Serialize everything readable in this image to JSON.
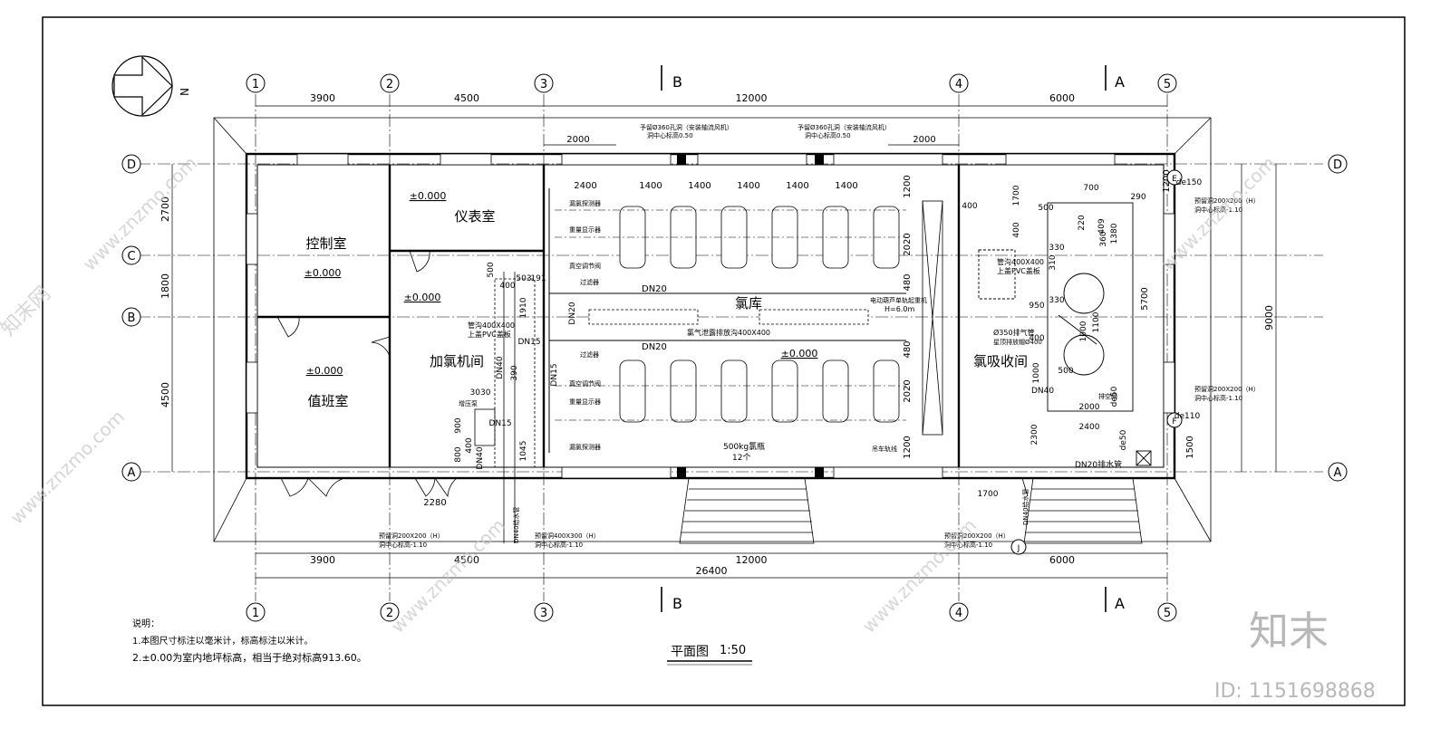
{
  "drawing": {
    "title": "平面图",
    "scale": "1:50",
    "north": "N"
  },
  "axes": {
    "vertical": [
      {
        "label": "1"
      },
      {
        "label": "2"
      },
      {
        "label": "3"
      },
      {
        "label": "4"
      },
      {
        "label": "5"
      }
    ],
    "horizontal": [
      {
        "label": "D"
      },
      {
        "label": "C"
      },
      {
        "label": "B"
      },
      {
        "label": "A"
      }
    ]
  },
  "section_marks": {
    "b": "B",
    "a": "A"
  },
  "dimensions": {
    "top": [
      "3900",
      "4500",
      "12000",
      "6000"
    ],
    "bottom": [
      "3900",
      "4500",
      "12000",
      "6000"
    ],
    "total": "26400",
    "left": [
      "2700",
      "1800",
      "4500"
    ],
    "right_total": "9000",
    "right_segments": [
      "1200",
      "5700",
      "1500"
    ],
    "vent_left": "2000",
    "vent_right": "2000",
    "chlorine_rows": [
      "2400",
      "1400",
      "1400",
      "1400",
      "1400",
      "1400"
    ],
    "chlorine_cols": [
      "1200",
      "2020",
      "480",
      "480",
      "2020",
      "1200"
    ],
    "dosing": [
      "500",
      "400",
      "503",
      "191",
      "1910",
      "390",
      "3030",
      "900",
      "800",
      "400",
      "1045",
      "2280",
      "DN40",
      "DN40",
      "DN15",
      "DN15",
      "DN20",
      "DN15"
    ],
    "absorb": [
      "700",
      "290",
      "1700",
      "400",
      "400",
      "500",
      "330",
      "330",
      "310",
      "220",
      "950",
      "400",
      "1000",
      "500",
      "2000",
      "2400",
      "2300",
      "1700",
      "1100",
      "1000",
      "de50",
      "de150",
      "de110",
      "de50",
      "409",
      "360",
      "1380"
    ]
  },
  "rooms": {
    "control": {
      "name": "控制室",
      "elevation": "±0.000"
    },
    "meter": {
      "name": "仪表室",
      "elevation": "±0.000"
    },
    "duty": {
      "name": "值班室",
      "elevation": "±0.000"
    },
    "dosing": {
      "name": "加氯机间",
      "elevation": "±0.000"
    },
    "chlorine": {
      "name": "氯库",
      "elevation": "±0.000"
    },
    "absorb": {
      "name": "氯吸收间"
    }
  },
  "annotations": {
    "fan_left_1": "予留Ø360孔洞（安装轴流风机）",
    "fan_left_2": "洞中心标高0.50",
    "fan_right_1": "予留Ø360孔洞（安装轴流风机）",
    "fan_right_2": "洞中心标高0.50",
    "leak_detector": "漏氯探测器",
    "weight_display": "重量显示器",
    "vacuum_valve": "真空调节阀",
    "filter": "过滤器",
    "dn20": "DN20",
    "trench": "氯气泄露排放沟400X400",
    "hoist": "电动葫芦单轨起重机",
    "hoist_h": "H=6.0m",
    "bottles": "500kg氯瓶",
    "bottle_count": "12个",
    "rail": "吊车轨线",
    "pump": "增压泵",
    "pipe_trench_1": "管沟400X400",
    "pipe_trench_2": "上盖PVC盖板",
    "pipe_trench_3": "管沟400X400",
    "pipe_trench_4": "上盖PVC盖板",
    "vent_pipe_1": "Ø350排气管",
    "vent_pipe_2": "星顶排放帽Ø400",
    "hole_200_1": "预留洞200X200（H）",
    "hole_200_1b": "洞中心标高-1.10",
    "hole_200_2": "预留洞200X200（H）",
    "hole_200_2b": "洞中心标高-1.10",
    "hole_200_3": "预留洞200X200（H）",
    "hole_200_3b": "洞中心标高-1.10",
    "hole_200_4": "预留洞200X200（H）",
    "hole_200_4b": "洞中心标高-1.10",
    "hole_400": "预留洞400X300（H）",
    "hole_400b": "洞中心标高-1.10",
    "drain_valve": "排空阀",
    "dn20_drain": "DN20排水管",
    "dn40_supply": "DN40给水管",
    "dn40": "DN40",
    "dn40_feed": "DN40给水管",
    "mark_e": "E",
    "mark_f": "F",
    "mark_j": "J"
  },
  "notes": {
    "heading": "说明：",
    "line1": "1.本图尺寸标注以毫米计，标高标注以米计。",
    "line2": "2.±0.00为室内地坪标高，相当于绝对标高913.60。"
  },
  "watermark": {
    "text": "www.znzmo.com",
    "brand": "知末网",
    "logo": "知末",
    "id_text": "ID: 1151698868"
  }
}
